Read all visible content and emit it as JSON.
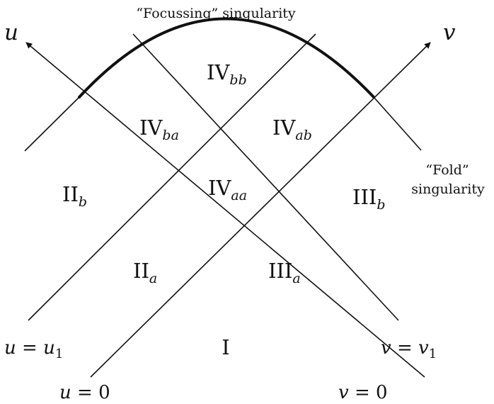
{
  "axes": {
    "u_label": "u",
    "v_label": "v"
  },
  "annotations": {
    "focussing": "“Focussing” singularity",
    "fold_line1": "“Fold”",
    "fold_line2": "singularity"
  },
  "line_labels": {
    "u_eq_u1": {
      "lhs": "u",
      "eq": " = ",
      "rhs": "u",
      "sub": "1"
    },
    "v_eq_v1": {
      "lhs": "v",
      "eq": " = ",
      "rhs": "v",
      "sub": "1"
    },
    "u_eq_0": {
      "lhs": "u",
      "eq": " = ",
      "rhs": "0"
    },
    "v_eq_0": {
      "lhs": "v",
      "eq": " = ",
      "rhs": "0"
    }
  },
  "regions": {
    "I": {
      "main": "I",
      "sub": ""
    },
    "IIa": {
      "main": "II",
      "sub": "a"
    },
    "IIb": {
      "main": "II",
      "sub": "b"
    },
    "IIIa": {
      "main": "III",
      "sub": "a"
    },
    "IIIb": {
      "main": "III",
      "sub": "b"
    },
    "IVaa": {
      "main": "IV",
      "sub": "aa"
    },
    "IVab": {
      "main": "IV",
      "sub": "ab"
    },
    "IVba": {
      "main": "IV",
      "sub": "ba"
    },
    "IVbb": {
      "main": "IV",
      "sub": "bb"
    }
  }
}
